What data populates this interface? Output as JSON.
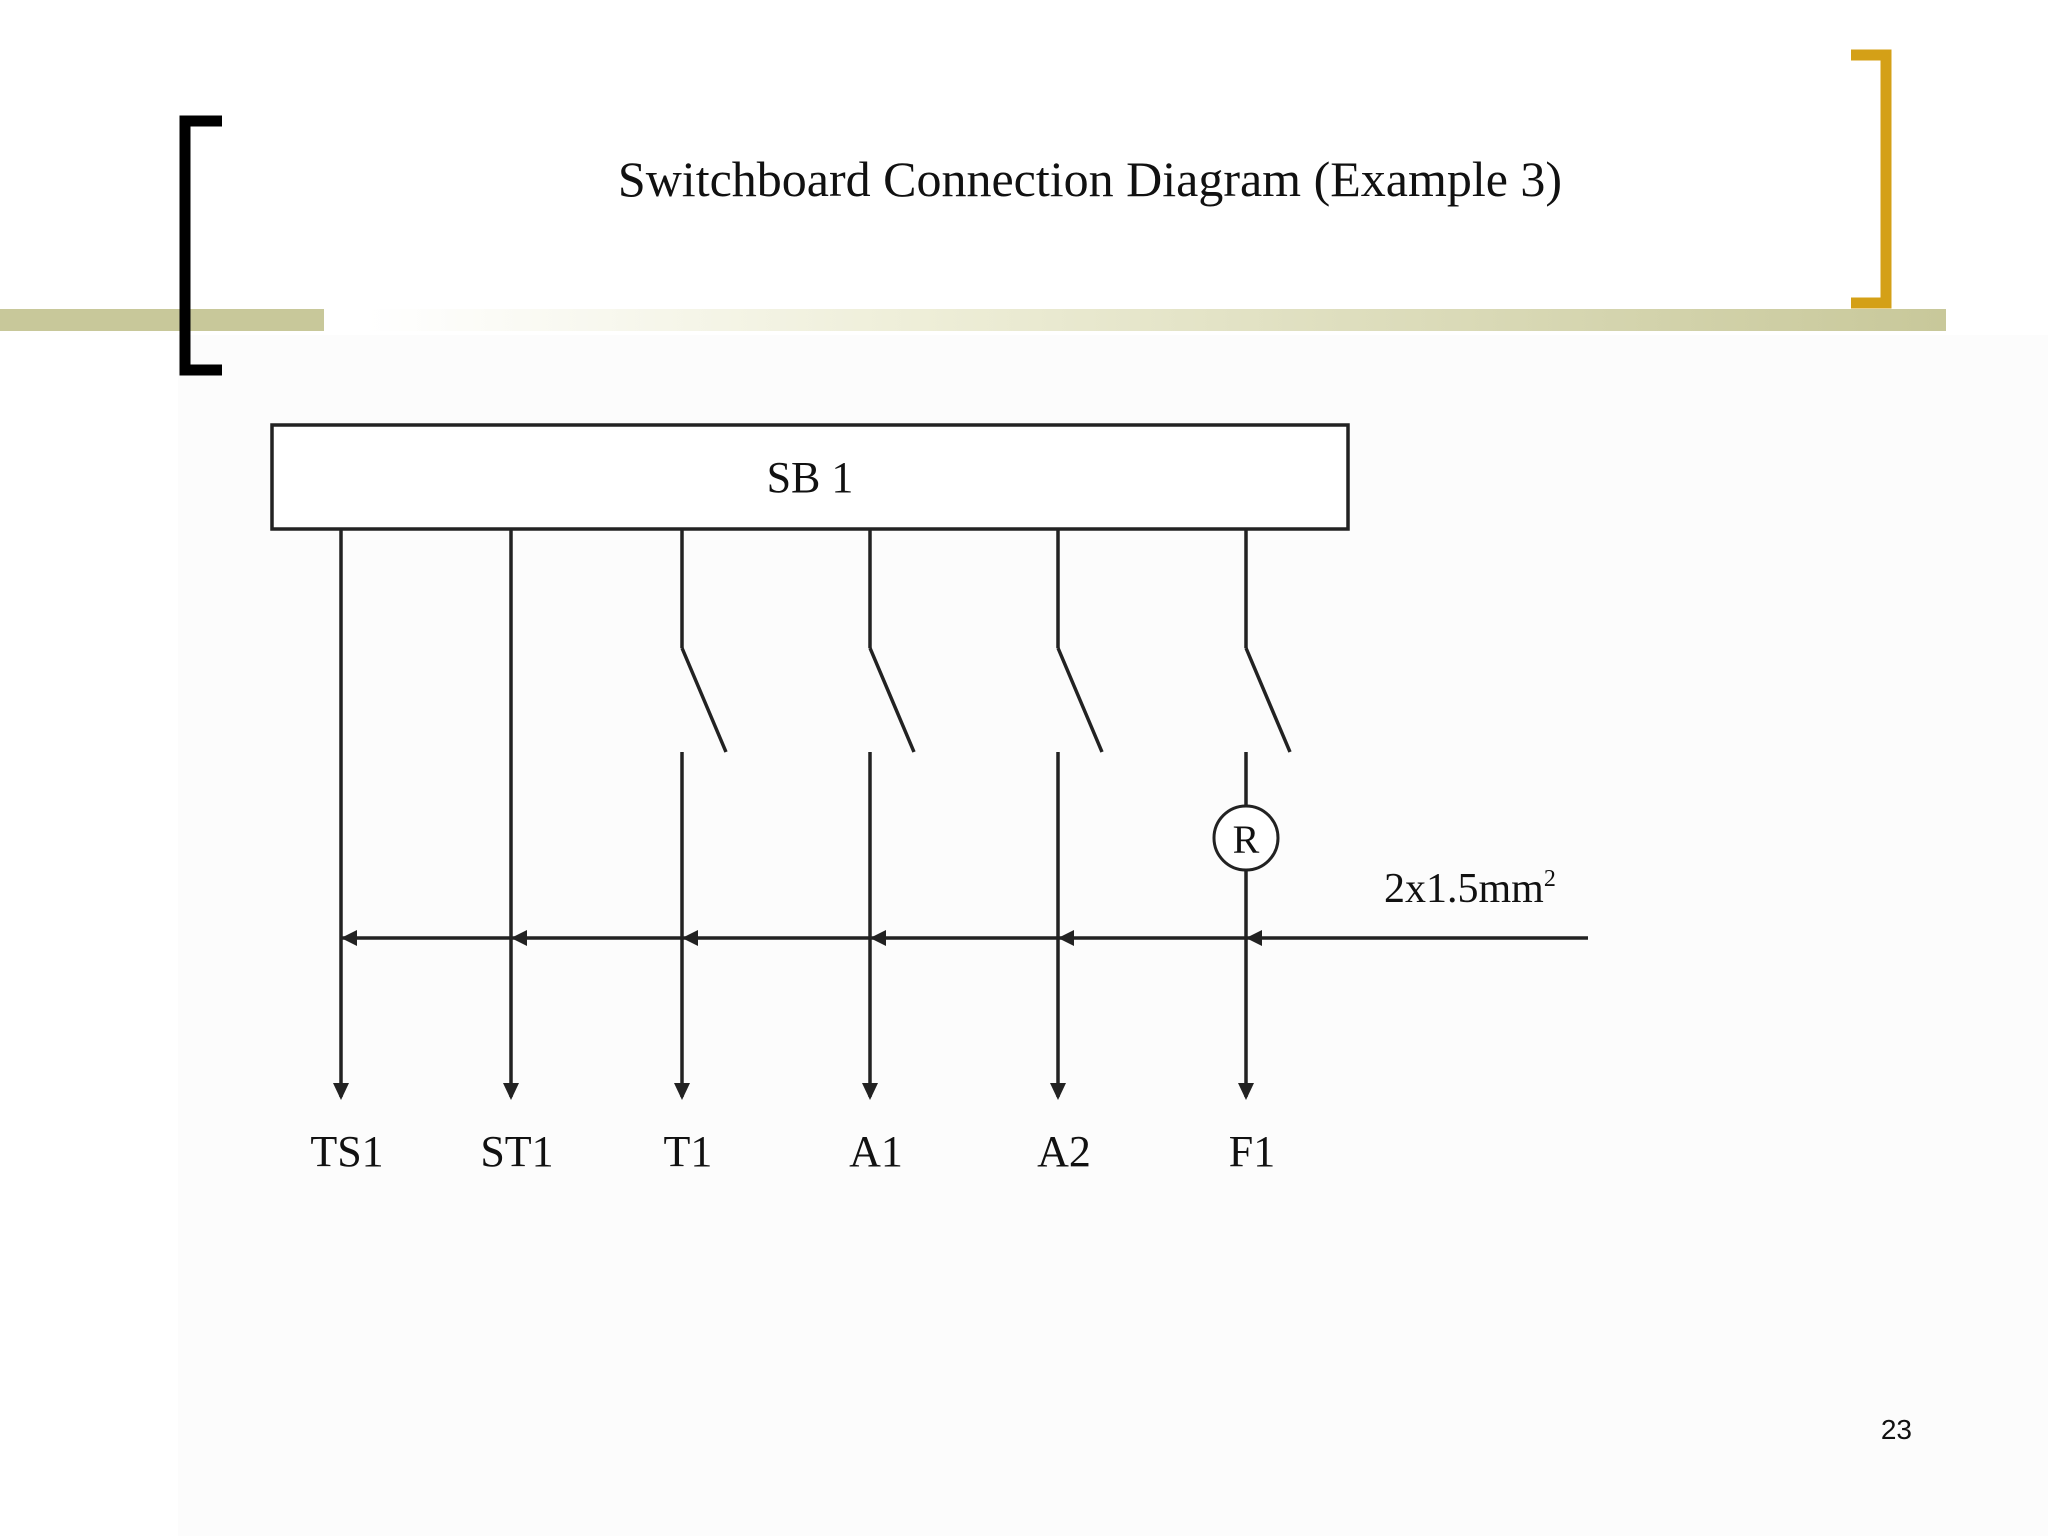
{
  "slide": {
    "title": "Switchboard Connection Diagram (Example 3)",
    "page_number": "23"
  },
  "diagram": {
    "switchboard_label": "SB 1",
    "cable_label": {
      "base": "2x1.5mm",
      "superscript": "2"
    },
    "relay_label": "R",
    "outputs": [
      {
        "label": "TS1",
        "has_switch": false,
        "has_relay": false
      },
      {
        "label": "ST1",
        "has_switch": false,
        "has_relay": false
      },
      {
        "label": "T1",
        "has_switch": true,
        "has_relay": false
      },
      {
        "label": "A1",
        "has_switch": true,
        "has_relay": false
      },
      {
        "label": "A2",
        "has_switch": true,
        "has_relay": false
      },
      {
        "label": "F1",
        "has_switch": true,
        "has_relay": true
      }
    ]
  },
  "colors": {
    "line": "#222222",
    "accent_gold": "#d4a017",
    "accent_olive": "#c8c89a",
    "bracket_black": "#000000",
    "panel_bg": "#fcfcfc"
  }
}
